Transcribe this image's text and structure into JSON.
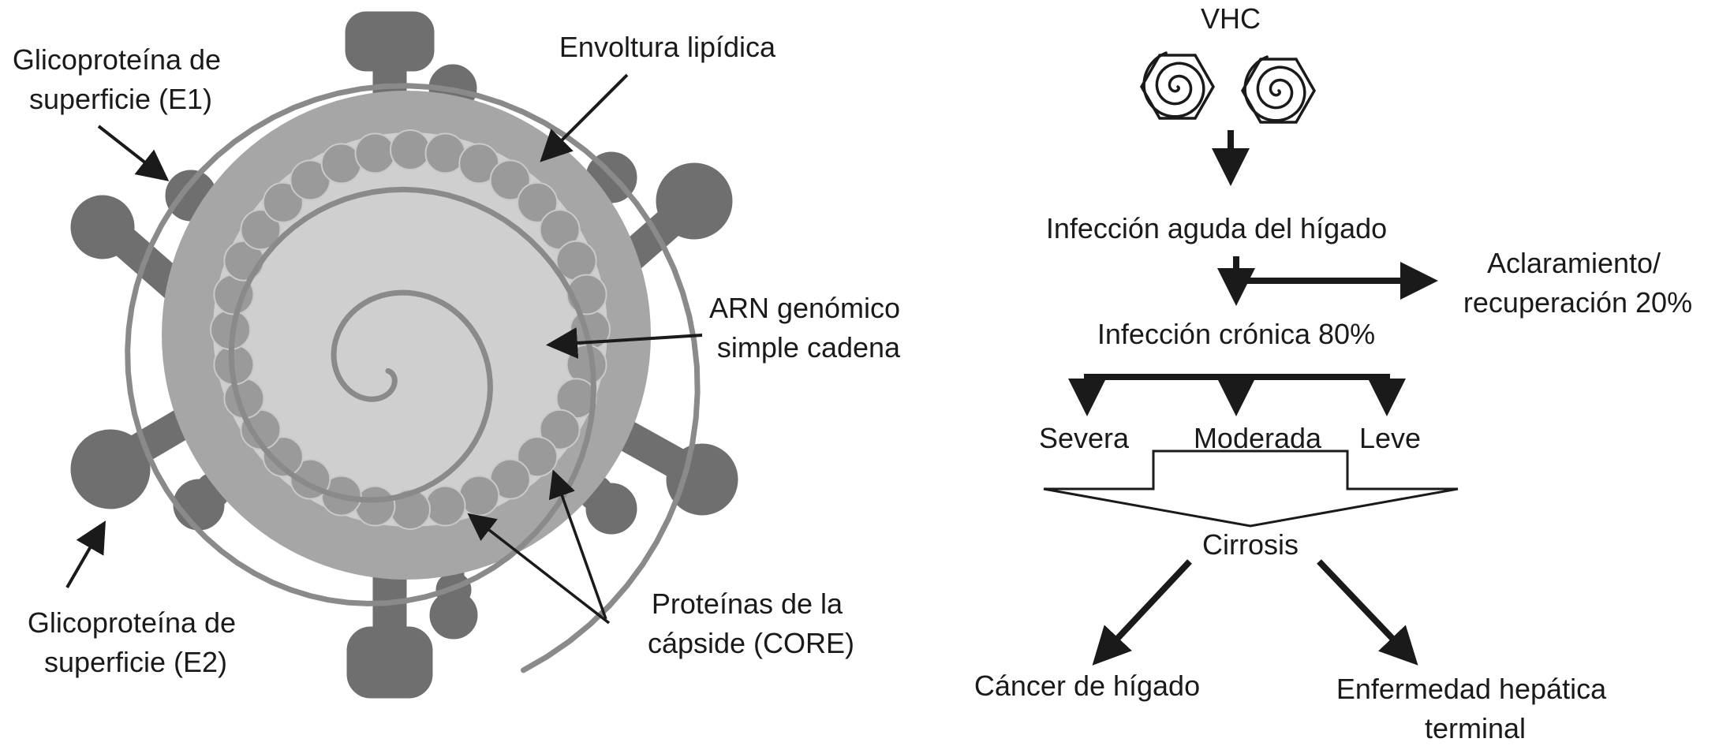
{
  "virus": {
    "label_e1": [
      "Glicoproteína de",
      "superficie (E1)"
    ],
    "label_envelope": "Envoltura lipídica",
    "label_rna": [
      "ARN genómico",
      "simple cadena"
    ],
    "label_capsid": [
      "Proteínas de la",
      "cápside (CORE)"
    ],
    "label_e2": [
      "Glicoproteína de",
      "superficie (E2)"
    ]
  },
  "flow": {
    "vhc": "VHC",
    "acute": "Infección aguda del hígado",
    "clearance": [
      "Aclaramiento/",
      "recuperación 20%"
    ],
    "chronic": "Infección crónica 80%",
    "severe": "Severa",
    "moderate": "Moderada",
    "mild": "Leve",
    "cirrhosis": "Cirrosis",
    "cancer": "Cáncer de hígado",
    "end_stage": [
      "Enfermedad hepática",
      "terminal"
    ]
  },
  "colors": {
    "outer_shell": "#a6a6a6",
    "inner_core": "#cfcfcf",
    "capsid_bead": "#9a9a9a",
    "glycoprotein": "#6f6f6f",
    "ink": "#1a1a1a"
  }
}
